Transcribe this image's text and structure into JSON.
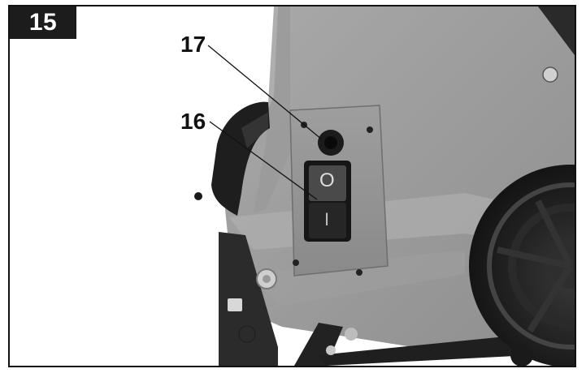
{
  "figure": {
    "number": "15",
    "callouts": {
      "power_indicator": "17",
      "on_off_switch": "16"
    },
    "switch_symbols": {
      "off": "O",
      "on": "I"
    }
  }
}
